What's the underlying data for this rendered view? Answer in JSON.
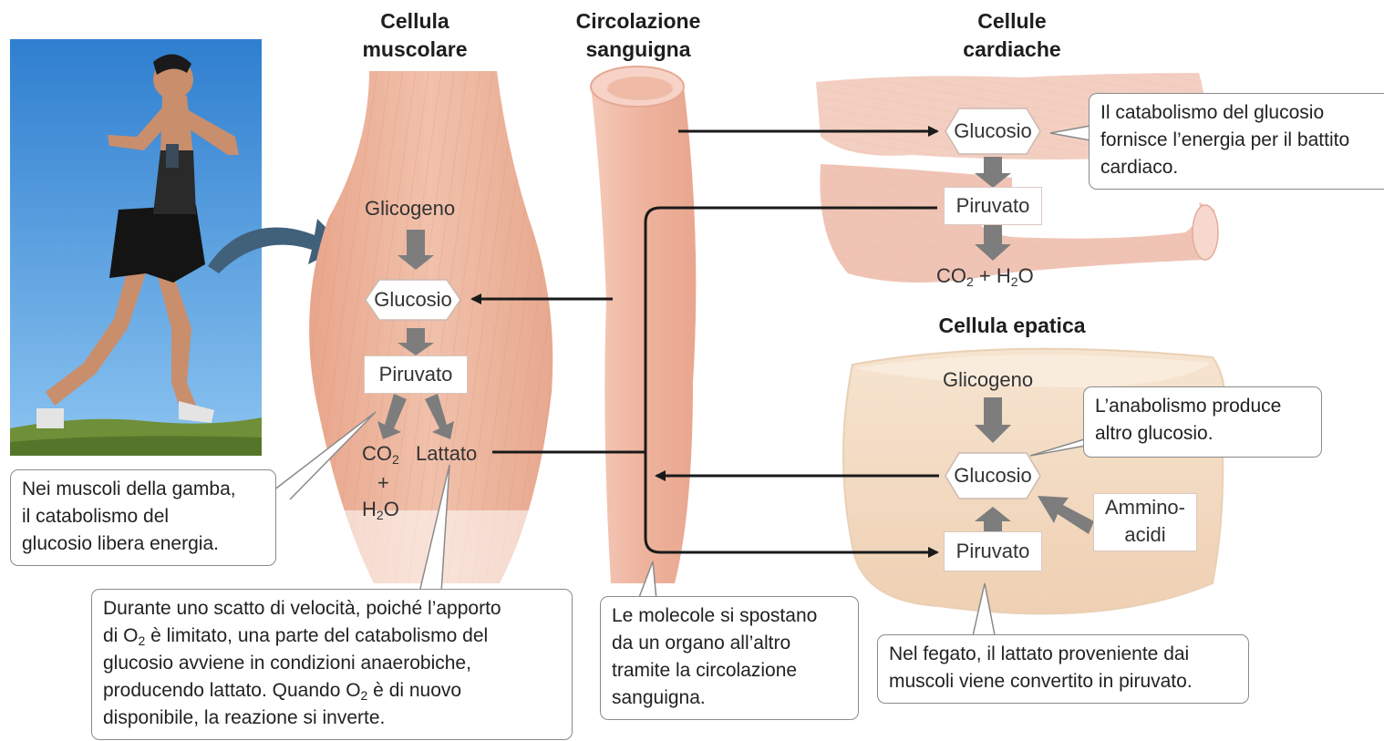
{
  "headings": {
    "muscle": [
      "Cellula",
      "muscolare"
    ],
    "blood": [
      "Circolazione",
      "sanguigna"
    ],
    "heart": [
      "Cellule",
      "cardiache"
    ],
    "liver": "Cellula epatica"
  },
  "muscle": {
    "glicogeno": "Glicogeno",
    "glucosio": "Glucosio",
    "piruvato": "Piruvato",
    "co2": "CO",
    "co2_sub": "2",
    "plus": "+",
    "h2o_h": "H",
    "h2o_sub": "2",
    "h2o_o": "O",
    "lattato": "Lattato"
  },
  "heart": {
    "glucosio": "Glucosio",
    "piruvato": "Piruvato",
    "products_co": "CO",
    "products_sub1": "2",
    "products_mid": " + H",
    "products_sub2": "2",
    "products_o": "O"
  },
  "liver": {
    "glicogeno": "Glicogeno",
    "glucosio": "Glucosio",
    "piruvato": "Piruvato",
    "amminoacidi": [
      "Ammino-",
      "acidi"
    ]
  },
  "callouts": {
    "heart_catabolism": [
      "Il catabolismo del glucosio",
      "fornisce l’energia per il battito",
      "cardiaco."
    ],
    "liver_anabolism": [
      "L’anabolismo produce",
      "altro glucosio."
    ],
    "legs": [
      "Nei muscoli della gamba,",
      "il catabolismo del",
      "glucosio libera energia."
    ],
    "sprint": {
      "l1": "Durante uno scatto di velocità, poiché l’apporto",
      "l2a": "di O",
      "l2sub": "2",
      "l2b": " è limitato, una parte del catabolismo del",
      "l3": "glucosio avviene in condizioni anaerobiche,",
      "l4a": "producendo lattato. Quando O",
      "l4sub": "2",
      "l4b": " è di nuovo",
      "l5": "disponibile, la reazione si inverte."
    },
    "molecules": [
      "Le molecole si spostano",
      "da un organo all’altro",
      "tramite la circolazione",
      "sanguigna."
    ],
    "liver_lactate": [
      "Nel fegato, il lattato proveniente dai",
      "muscoli viene convertito in piruvato."
    ]
  },
  "colors": {
    "muscle": "#eeb9a2",
    "vessel": "#f0bba7",
    "heart": "#f3cfc2",
    "liver": "#f3dcc4",
    "sky": "#3f8fd8",
    "grass": "#7b9a3e",
    "arrow": "#1a1a1a",
    "grey_arrow": "#7d7d7d"
  }
}
